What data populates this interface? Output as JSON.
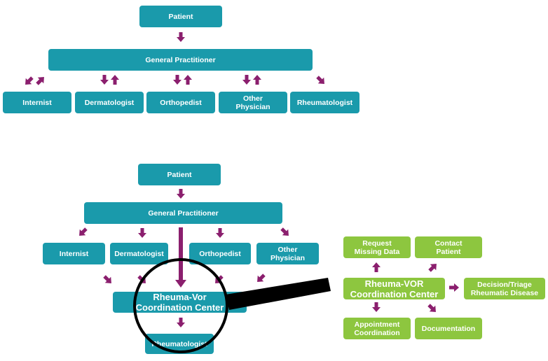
{
  "colors": {
    "teal": "#1a9aab",
    "green": "#8dc63f",
    "arrow": "#8b1f6e",
    "lens": "#000000"
  },
  "top": {
    "patient": "Patient",
    "gp": "General Practitioner",
    "internist": "Internist",
    "dermatologist": "Dermatologist",
    "orthopedist": "Orthopedist",
    "other": "Other\nPhysician",
    "rheumatologist": "Rheumatologist"
  },
  "bottom": {
    "patient": "Patient",
    "gp": "General Practitioner",
    "internist": "Internist",
    "dermatologist": "Dermatologist",
    "orthopedist": "Orthopedist",
    "other": "Other\nPhysician",
    "center": "Rheuma-Vor\nCoordination Center",
    "rheumatologist": "Rheumatologist"
  },
  "zoom": {
    "request": "Request\nMissing Data",
    "contact": "Contact\nPatient",
    "center": "Rheuma-VOR\nCoordination Center",
    "decision": "Decision/Triage\nRheumatic Disease",
    "appointment": "Appointment\nCoordination",
    "documentation": "Documentation"
  }
}
